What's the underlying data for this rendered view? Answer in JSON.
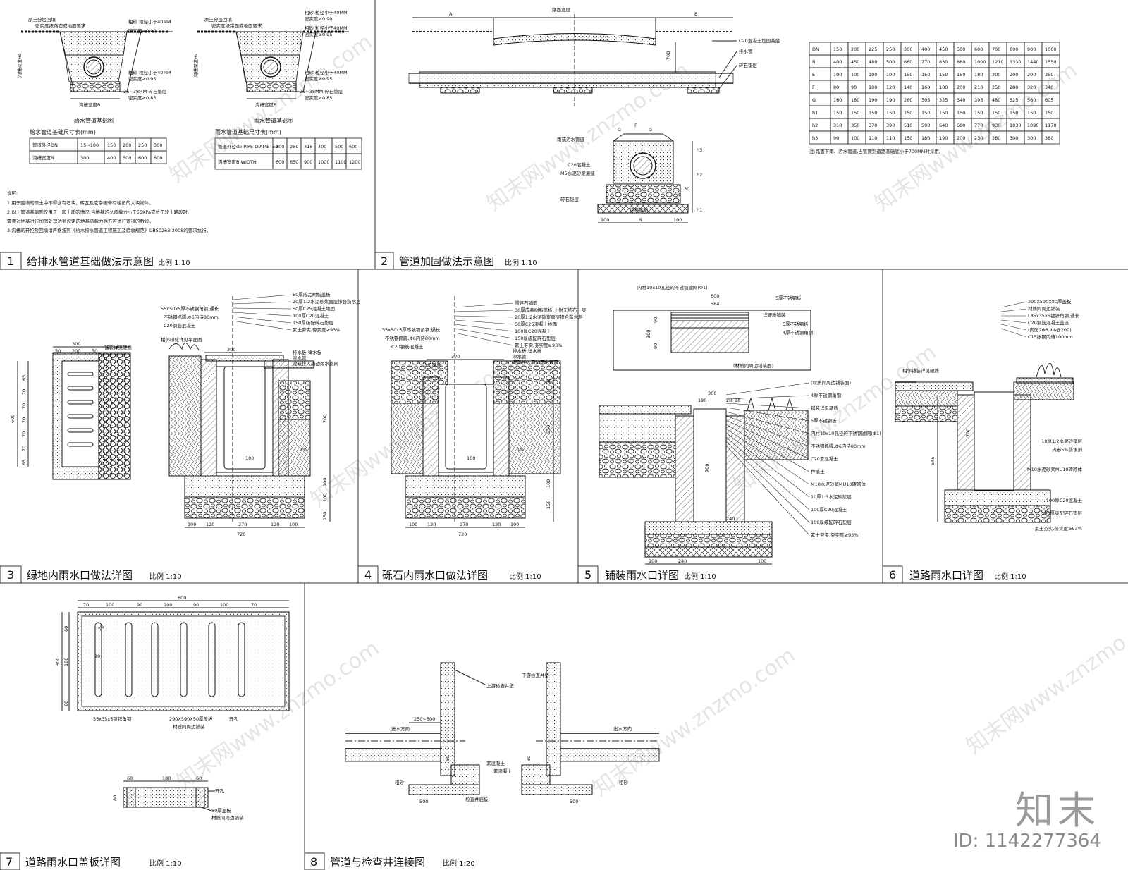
{
  "panels": {
    "p1": {
      "num": "1",
      "title": "给排水管道基础做法示意图",
      "scale": "比例 1:10"
    },
    "p2": {
      "num": "2",
      "title": "管道加固做法示意图",
      "scale": "比例 1:10"
    },
    "p3": {
      "num": "3",
      "title": "绿地内雨水口做法详图",
      "scale": "比例 1:10"
    },
    "p4": {
      "num": "4",
      "title": "砾石内雨水口做法详图",
      "scale": "比例 1:10"
    },
    "p5": {
      "num": "5",
      "title": "铺装雨水口详图",
      "scale": "比例 1:10"
    },
    "p6": {
      "num": "6",
      "title": "道路雨水口详图",
      "scale": "比例 1:10"
    },
    "p7": {
      "num": "7",
      "title": "道路雨水口盖板详图",
      "scale": "比例 1:10"
    },
    "p8": {
      "num": "8",
      "title": "管道与检查井连接图",
      "scale": "比例 1:20"
    }
  },
  "p1": {
    "left_caption": "给水管道基础图",
    "right_caption": "雨水管道基础图",
    "labels": {
      "backfill": "原土分层回填",
      "backfill_req": "密实度按路面或地面要求",
      "coarse_sand": "粗砂 粒径小于40MM",
      "compact090": "密实度≥0.90",
      "compact095": "密实度≥0.95",
      "gravel": "25~38MM 碎石垫层",
      "compact085": "密实度≥0.85",
      "trench_width": "沟槽宽度B",
      "trench_depth": "沟槽深度Hs"
    },
    "table1_title": "给水管道基础尺寸表(mm)",
    "table1": [
      [
        "管道外径DN",
        "15~100",
        "150",
        "200",
        "250",
        "300"
      ],
      [
        "沟槽宽度B",
        "300",
        "400",
        "500",
        "600",
        "600"
      ]
    ],
    "table2_title": "雨水管道基础尺寸表(mm)",
    "table2": [
      [
        "管道外径de PIPE DIAMETER",
        "200",
        "250",
        "315",
        "400",
        "500",
        "600"
      ],
      [
        "沟槽宽度B WIDTH",
        "600",
        "650",
        "900",
        "1000",
        "1100",
        "1200"
      ]
    ],
    "notes_title": "说明:",
    "notes": [
      "1.用于回填的原土中不得含有石块、砖瓦及它杂硬带有棱角的大块物体。",
      "2.以上管道基础图仅用于一般土质的情况;当地基的允承载力小于55KPa或位于软土路段时,",
      "需要对地基进行加固处理达到规定的地基承载力后方可进行管道的敷设。",
      "3.沟槽的开挖及回填请严格按照《给水排水管道工程施工及验收规范》GB50268-2008的要求执行。"
    ]
  },
  "p2": {
    "labels": {
      "road_width": "路面宽度",
      "a": "A",
      "b": "B",
      "c20_reinf": "C20混凝土加固基坐",
      "drain_pipe": "排水管",
      "gravel": "碎石垫层",
      "dim700": "700",
      "storm_pipe": "雨或污水管道",
      "c20": "C20混凝土",
      "m5": "M5水泥砂浆灌缝",
      "gravel2": "碎石垫层",
      "block_base": "块石基础",
      "g": "G",
      "f": "F",
      "h1": "h1",
      "h2": "h2",
      "h3": "h3",
      "d100a": "100",
      "d100b": "100",
      "bb": "B",
      "d30": "30"
    },
    "table": [
      [
        "DN",
        "150",
        "200",
        "225",
        "250",
        "300",
        "400",
        "450",
        "500",
        "600",
        "700",
        "800",
        "900",
        "1000"
      ],
      [
        "B",
        "400",
        "450",
        "480",
        "500",
        "660",
        "770",
        "830",
        "880",
        "1000",
        "1210",
        "1330",
        "1440",
        "1550"
      ],
      [
        "E",
        "100",
        "100",
        "100",
        "100",
        "150",
        "150",
        "150",
        "150",
        "180",
        "200",
        "200",
        "200",
        "250"
      ],
      [
        "F",
        "80",
        "90",
        "100",
        "120",
        "140",
        "160",
        "180",
        "200",
        "210",
        "250",
        "280",
        "320",
        "340"
      ],
      [
        "G",
        "160",
        "180",
        "190",
        "190",
        "260",
        "305",
        "325",
        "340",
        "395",
        "480",
        "525",
        "560",
        "605"
      ],
      [
        "h1",
        "150",
        "150",
        "150",
        "150",
        "150",
        "150",
        "150",
        "150",
        "150",
        "150",
        "150",
        "150",
        "150"
      ],
      [
        "h2",
        "310",
        "350",
        "370",
        "390",
        "510",
        "590",
        "640",
        "680",
        "770",
        "930",
        "1030",
        "1090",
        "1170"
      ],
      [
        "h3",
        "90",
        "100",
        "110",
        "110",
        "150",
        "180",
        "190",
        "200",
        "230",
        "280",
        "300",
        "300",
        "380"
      ]
    ],
    "note": "注:路面下雨、污水管道,当管顶到道路基础底小于700MM时采用。"
  },
  "p3": {
    "plan_dims": [
      "300",
      "200",
      "50",
      "50"
    ],
    "side_dims": [
      "65",
      "70",
      "70",
      "70",
      "70",
      "70",
      "65"
    ],
    "side_total": "600",
    "plan_label": "铺装详见硬质",
    "callouts": [
      "50厚成品树脂盖板",
      "20厚1:2水泥砂浆面层掺合防水层",
      "50厚C25混凝土地面",
      "100厚C20混凝土",
      "150厚级配碎石垫层",
      "素土夯实,夯实度≥93%"
    ],
    "left_callouts": [
      "55x50x5厚不锈钢角钢,通长",
      "不锈钢抓脚,Φ6内侍80mm",
      "C20钢筋混凝土",
      "相邻绿化详见平面图"
    ],
    "extra": [
      "排水板,详水板",
      "渗水管",
      "渡疏排入周边雨水管网"
    ],
    "dim300": "300",
    "slope": "1%",
    "v_dims": [
      "700",
      "100",
      "100",
      "150"
    ],
    "h_dims": [
      "100",
      "120",
      "270",
      "120",
      "100"
    ],
    "total": "720",
    "d100": "100"
  },
  "p4": {
    "callouts": [
      "腾碎石铺面",
      "30厚成品树脂盖板,上附无纺布一层",
      "20厚1:2水泥砂浆面层掺合防水层",
      "50厚C25混凝土地面",
      "100厚C20混凝土",
      "150厚级配碎石垫层",
      "素土夯实,夯实度≥93%"
    ],
    "left_callouts": [
      "35x50x5厚不锈钢角钢,通长",
      "不锈钢抓脚,Φ6内侍80mm",
      "C20钢筋混凝土",
      "详见硬质"
    ],
    "extra": [
      "排水板,详水板",
      "渗水管",
      "渡疏排入周边雨水管网"
    ],
    "dim300": "300",
    "slope": "1%",
    "v_dims": [
      "50",
      "550",
      "100",
      "150"
    ],
    "h_dims": [
      "100",
      "120",
      "270",
      "120",
      "100"
    ],
    "total": "720",
    "d100": "100"
  },
  "p5": {
    "top_label": "内衬10x10孔径的不锈钢滤网(Φ1)",
    "dims_top": [
      "600",
      "584"
    ],
    "v_top": [
      "90",
      "90",
      "300"
    ],
    "callouts_top": [
      "5厚不锈钢板",
      "4厚不锈钢角钢",
      "详硬质铺装",
      "(材质同周边铺装面)"
    ],
    "callouts": [
      "(材质同周边铺装面)",
      "4厚不锈钢角钢",
      "铺装详见硬质",
      "5厚不锈钢板",
      "内衬10x10孔径的不锈钢滤网(Φ1)",
      "不锈钢抓脚,Φ6内侍80mm",
      "C20素混凝土",
      "种植土",
      "M10水泥砂浆MU10砖砌体",
      "10厚1:3水泥砂浆层",
      "100厚C20混凝土",
      "100厚级配碎石垫层",
      "素土夯实,夯实度≥93%"
    ],
    "dims": [
      "300",
      "190",
      "20",
      "18"
    ],
    "v_dim": "700",
    "h_dims": [
      "100",
      "240",
      "240",
      "100"
    ],
    "d240": "240"
  },
  "p6": {
    "callouts": [
      "290X590X80厚盖板",
      "材质同周边铺装",
      "L85x35x5镀锌角钢,通长",
      "C20钢筋混凝土盖座",
      "(内配2Φ8,Φ8@200)",
      "C15胀钢内侍100mm"
    ],
    "callouts2": [
      "10厚1:2水泥砂浆层",
      "内参5%防水剂",
      "M10水泥砂浆MU10砖砌体",
      "100厚C20混凝土",
      "100厚级配碎石垫层",
      "素土夯实,夯实度≥93%"
    ],
    "left": "相邻铺装详见硬质",
    "v_dims": [
      "700",
      "545"
    ]
  },
  "p7": {
    "total": "600",
    "h_dims": [
      "70",
      "100",
      "90",
      "100",
      "90",
      "100",
      "70"
    ],
    "v_dims": [
      "60",
      "180",
      "60"
    ],
    "v_total": "300",
    "d20": "20",
    "d60": "60",
    "labels": [
      "55x35x5镀锌角钢",
      "290X590X50厚盖板",
      "材质同周边铺装",
      "开孔"
    ],
    "sec_dims": [
      "60",
      "180",
      "60"
    ],
    "sec_labels": [
      "开孔",
      "80厚盖板",
      "材质同周边铺装"
    ],
    "d80": "80"
  },
  "p8": {
    "labels": {
      "upstream": "上游检查井壁",
      "downstream": "下游检查井壁",
      "inflow": "进水方向",
      "outflow": "出水方向",
      "sand": "粗砂",
      "concrete": "素混凝土",
      "base": "检查井底板",
      "d250": "250~500",
      "d500a": "500",
      "d500b": "500",
      "d30a": "30",
      "d30b": "30"
    }
  },
  "branding": {
    "logo": "知末",
    "id": "ID: 1142277364",
    "watermark": "知末网www.znzmo.com"
  }
}
